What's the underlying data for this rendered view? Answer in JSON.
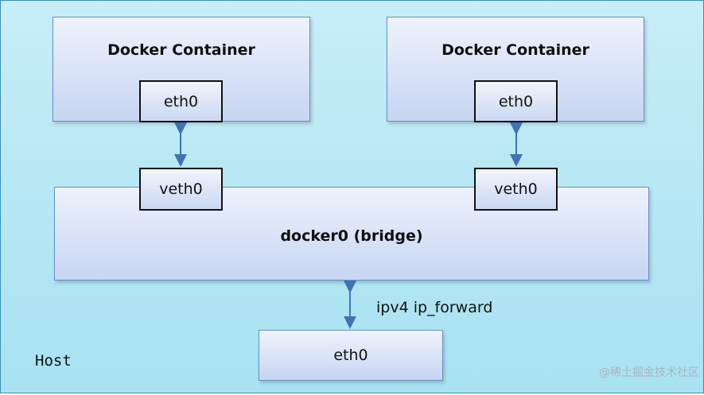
{
  "host": {
    "label": "Host"
  },
  "containers": [
    {
      "title": "Docker Container",
      "iface": "eth0"
    },
    {
      "title": "Docker Container",
      "iface": "eth0"
    }
  ],
  "bridge": {
    "title": "docker0 (bridge)",
    "veths": [
      "veth0",
      "veth0"
    ]
  },
  "host_iface": {
    "label": "eth0",
    "link_label": "ipv4 ip_forward"
  },
  "watermark": "@稀土掘金技术社区",
  "colors": {
    "host_bg": "#b8e8f4",
    "box_border": "#6c8ec8",
    "arrow": "#3f73b5"
  }
}
